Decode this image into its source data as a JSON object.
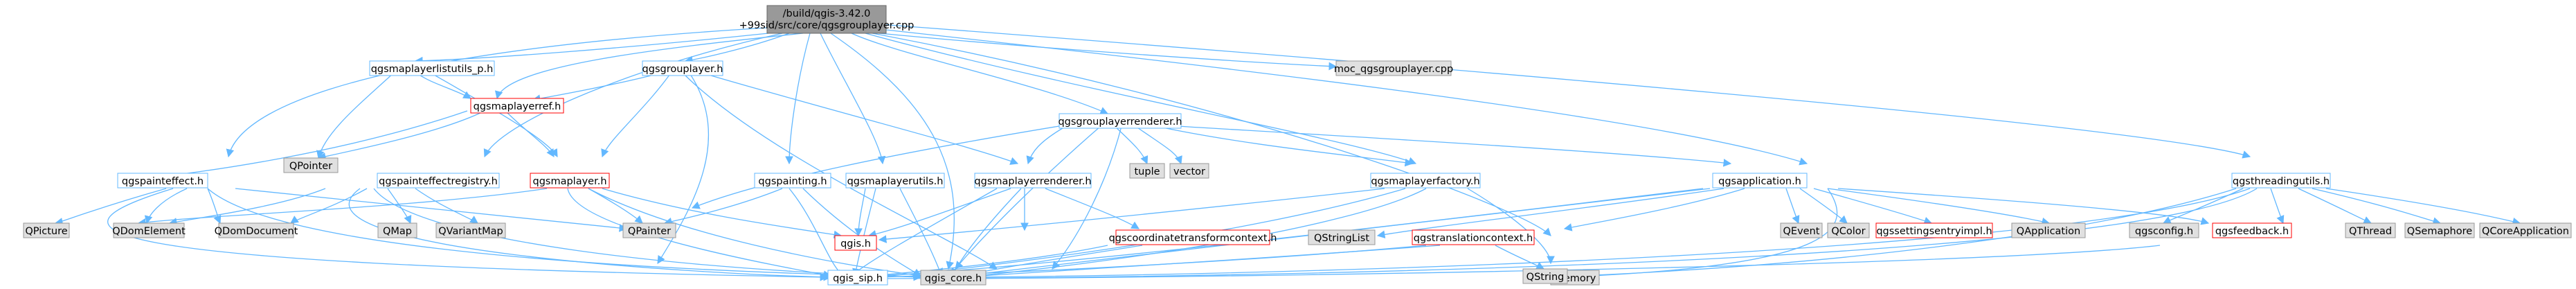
{
  "nodes": {
    "root_line1": "/build/qgis-3.42.0",
    "root_line2": "+99sid/src/core/qgsgrouplayer.cpp",
    "qgsmaplayerlistutils_p": "qgsmaplayerlistutils_p.h",
    "qgsgrouplayer": "qgsgrouplayer.h",
    "moc_qgsgrouplayer": "moc_qgsgrouplayer.cpp",
    "qgsmaplayerref": "qgsmaplayerref.h",
    "qgsgrouplayerrenderer": "qgsgrouplayerrenderer.h",
    "qgspainteffect": "qgspainteffect.h",
    "qgspainteffectregistry": "qgspainteffectregistry.h",
    "qgsmaplayer": "qgsmaplayer.h",
    "qgspainting": "qgspainting.h",
    "qgsmaplayerutils": "qgsmaplayerutils.h",
    "qgsmaplayerrenderer": "qgsmaplayerrenderer.h",
    "tuple": "tuple",
    "vector": "vector",
    "qgsmaplayerfactory": "qgsmaplayerfactory.h",
    "qgsapplication": "qgsapplication.h",
    "qgsthreadingutils": "qgsthreadingutils.h",
    "qpointer_top": "QPointer",
    "qpicture": "QPicture",
    "qdomelement": "QDomElement",
    "qdomdocument": "QDomDocument",
    "qmap": "QMap",
    "qvariantmap": "QVariantMap",
    "qpainter": "QPainter",
    "qgis_h": "qgis.h",
    "qgscoordinatetransformcontext": "qgscoordinatetransformcontext.h",
    "qstringlist": "QStringList",
    "qgstranslationcontext": "qgstranslationcontext.h",
    "qevent": "QEvent",
    "qcolor": "QColor",
    "qgssettingsentryimpl": "qgssettingsentryimpl.h",
    "qapplication": "QApplication",
    "qgsconfig": "qgsconfig.h",
    "qgsfeedback": "qgsfeedback.h",
    "qthread": "QThread",
    "qsemaphore": "QSemaphore",
    "qcoreapplication": "QCoreApplication",
    "qgis_sip": "qgis_sip.h",
    "qgis_core": "qgis_core.h",
    "memory": "memory",
    "qstring": "QString"
  },
  "colors": {
    "root_fill": "#999999",
    "node_fill": "#ffffff",
    "node_border": "#63b8ff",
    "external_fill": "#e0e0e0",
    "external_border": "#999999",
    "truncated_border": "#ff0000",
    "edge": "#63b8ff"
  }
}
